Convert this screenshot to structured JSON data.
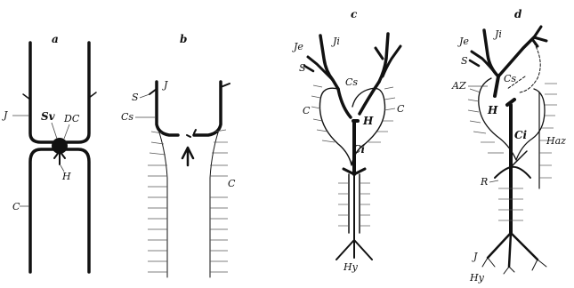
{
  "panels": [
    {
      "id": "a",
      "labels": [
        "J",
        "Sv",
        "DC",
        "H",
        "C"
      ]
    },
    {
      "id": "b",
      "labels": [
        "S",
        "J",
        "Cs",
        "C"
      ]
    },
    {
      "id": "c",
      "labels": [
        "Je",
        "Ji",
        "S",
        "Cs",
        "C",
        "H",
        "C",
        "Ci",
        "Hy"
      ]
    },
    {
      "id": "d",
      "labels": [
        "Je",
        "Ji",
        "S",
        "AZ",
        "Cs",
        "H",
        "Ci",
        "Haz",
        "R",
        "J",
        "Hy"
      ]
    }
  ]
}
